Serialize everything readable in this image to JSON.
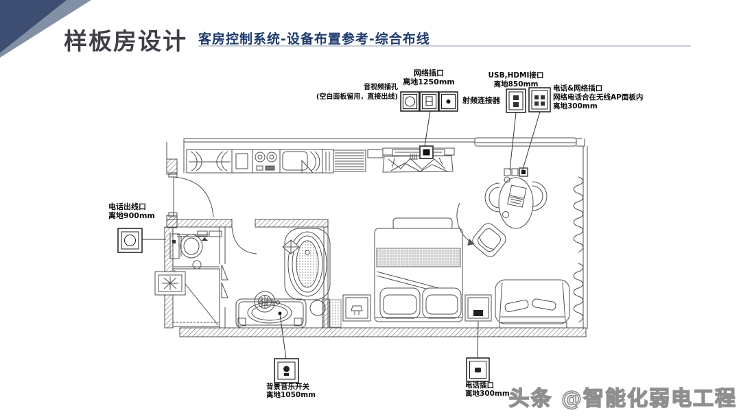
{
  "slide": {
    "title": "样板房设计",
    "subtitle": "客房控制系统-设备布置参考-综合布线",
    "watermark": "头条 @智能化弱电工程"
  },
  "colors": {
    "title_text": "#3f3f48",
    "subtitle_text": "#1e3a6d",
    "corner_triangle_dark": "#3d4e72",
    "corner_triangle_light": "#8290a6",
    "plan_line": "#4d4d4d",
    "watermark_gray": "#8f8f8f"
  },
  "floor_plan": {
    "callouts": {
      "network": {
        "line1": "网络插口",
        "line2": "离地1250mm"
      },
      "av": {
        "line1": "音视频插孔",
        "line2": "(空白面板留用，直接出线)"
      },
      "rf": {
        "line1": "射频连接器"
      },
      "usb_hdmi": {
        "line1": "USB,HDMI接口",
        "line2": "离地850mm"
      },
      "phone_network": {
        "line1": "电话&网络插口",
        "line2": "网络电话合在无线AP面板内",
        "line3": "离地300mm"
      },
      "phone_outlet": {
        "line1": "电话出线口",
        "line2": "离地900mm"
      },
      "bgm_switch": {
        "line1": "背景音乐开关",
        "line2": "离地1050mm"
      },
      "phone_socket": {
        "line1": "电话插口",
        "line2": "离地300mm"
      }
    }
  }
}
